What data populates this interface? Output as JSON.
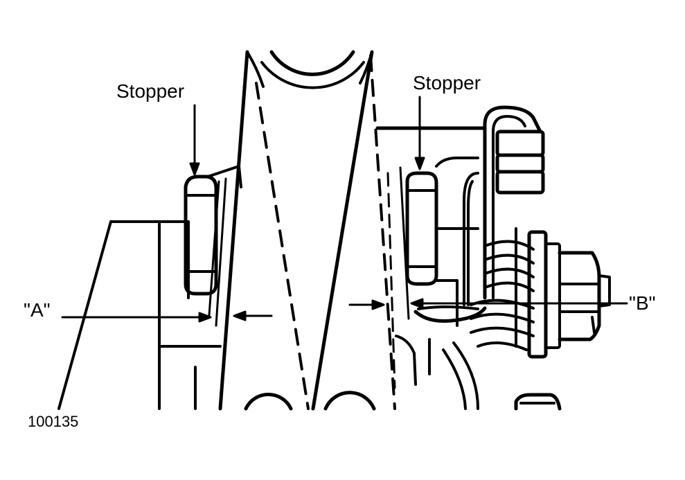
{
  "figure": {
    "labels": {
      "stopper_left": "Stopper",
      "stopper_right": "Stopper",
      "clearance_a": "\"A\"",
      "clearance_b": "\"B\"",
      "figure_code": "100135"
    },
    "colors": {
      "ink": "#000000",
      "paper": "#ffffff"
    }
  }
}
